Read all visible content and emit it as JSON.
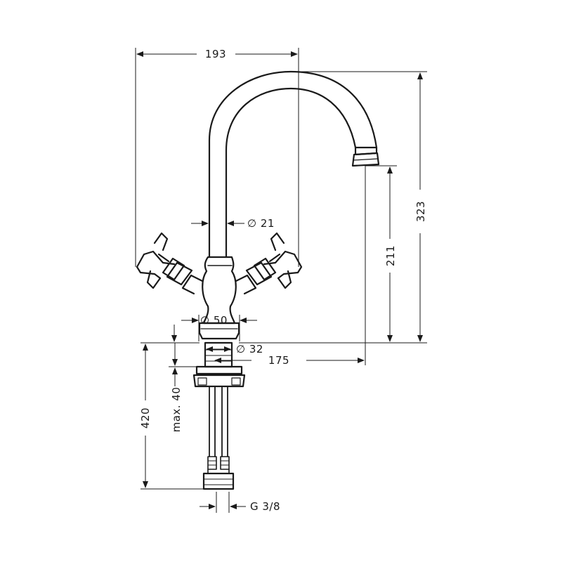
{
  "dimensions": {
    "overall_width": "193",
    "overall_height": "323",
    "spout_height": "211",
    "spout_diameter": "∅ 21",
    "base_diameter": "∅ 50",
    "shank_diameter": "∅ 32",
    "spout_reach": "175",
    "hose_length": "420",
    "max_mounting_depth": "max. 40",
    "connection_thread": "G 3/8"
  }
}
